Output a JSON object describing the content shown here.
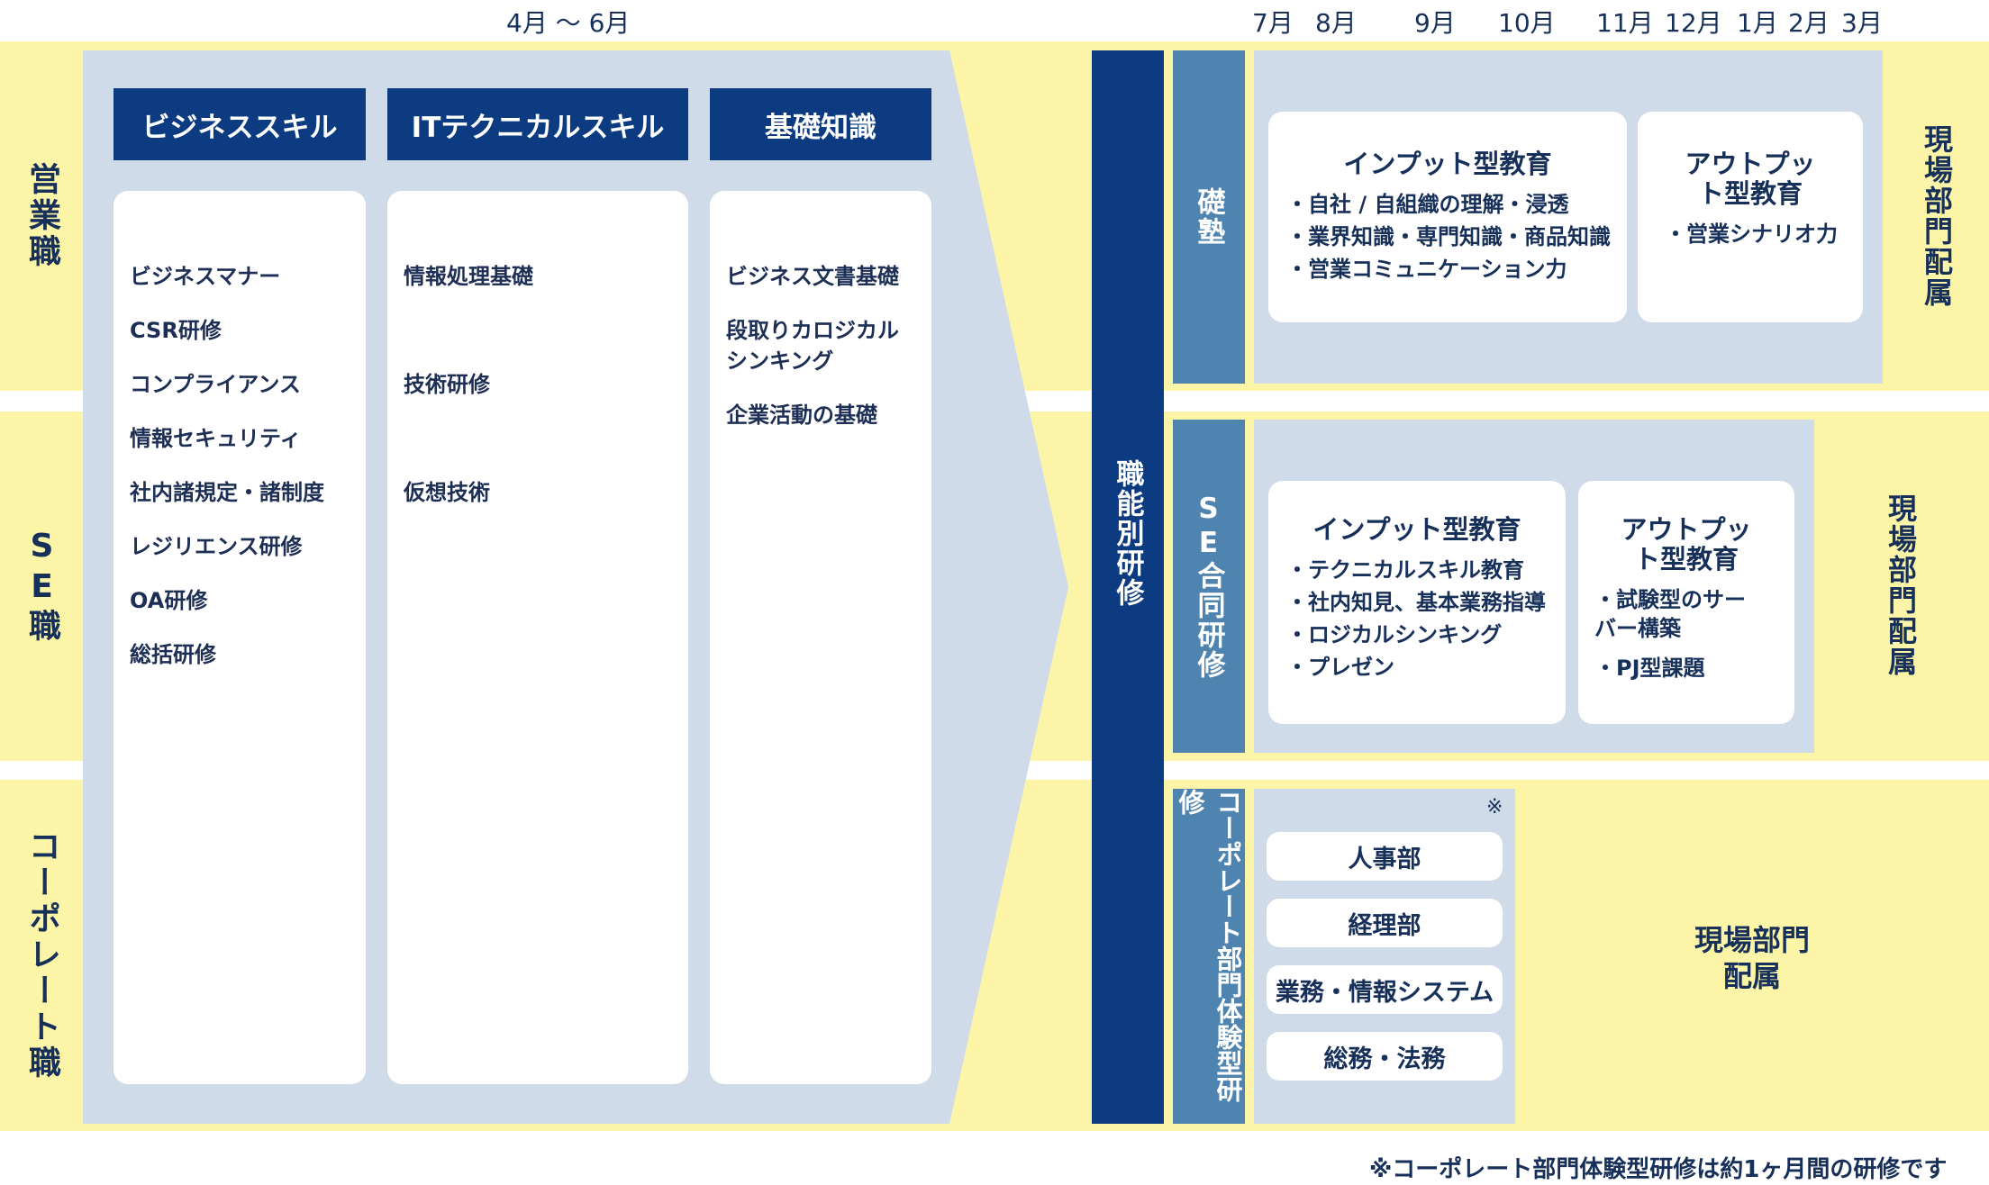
{
  "timeline": {
    "early_months": "4月 〜 6月",
    "late_months": [
      "7月",
      "8月",
      "9月",
      "10月",
      "11月",
      "12月",
      "1月",
      "2月",
      "3月"
    ]
  },
  "roles": {
    "sales": "営業職",
    "se": "SE職",
    "corporate": "コーポレート職"
  },
  "common_training": {
    "columns": [
      {
        "title": "ビジネススキル",
        "items": [
          "ビジネスマナー",
          "CSR研修",
          "コンプライアンス",
          "情報セキュリティ",
          "社内諸規定・諸制度",
          "レジリエンス研修",
          "OA研修",
          "総括研修"
        ]
      },
      {
        "title": "ITテクニカルスキル",
        "items": [
          "情報処理基礎",
          "技術研修",
          "仮想技術"
        ]
      },
      {
        "title": "基礎知識",
        "items": [
          "ビジネス文書基礎",
          "段取りカロジカルシンキング",
          "企業活動の基礎"
        ]
      }
    ]
  },
  "job_training_label": "職能別研修",
  "sales_track": {
    "label": "礎塾",
    "input_title": "インプット型教育",
    "input_items": [
      "自社 / 自組織の理解・浸透",
      "業界知識・専門知識・商品知識",
      "営業コミュニケーション力"
    ],
    "output_title": "アウトプット型教育",
    "output_items": [
      "営業シナリオ力"
    ],
    "placement": "現場部門配属"
  },
  "se_track": {
    "label": "SE合同研修",
    "input_title": "インプット型教育",
    "input_items": [
      "テクニカルスキル教育",
      "社内知見、基本業務指導",
      "ロジカルシンキング",
      "プレゼン"
    ],
    "output_title": "アウトプット型教育",
    "output_items": [
      "試験型のサーバー構築",
      "PJ型課題"
    ],
    "placement": "現場部門配属"
  },
  "corporate_track": {
    "label": "コーポレート部門体験型研修",
    "asterisk": "※",
    "departments": [
      "人事部",
      "経理部",
      "業務・情報システム",
      "総務・法務"
    ],
    "placement": "現場部門配属"
  },
  "footnote": "※コーポレート部門体験型研修は約1ヶ月間の研修です",
  "colors": {
    "band": "#fcf5a8",
    "panel": "#cfdbe8",
    "navy": "#0c3b82",
    "steel": "#5084b0",
    "text": "#17305a"
  }
}
